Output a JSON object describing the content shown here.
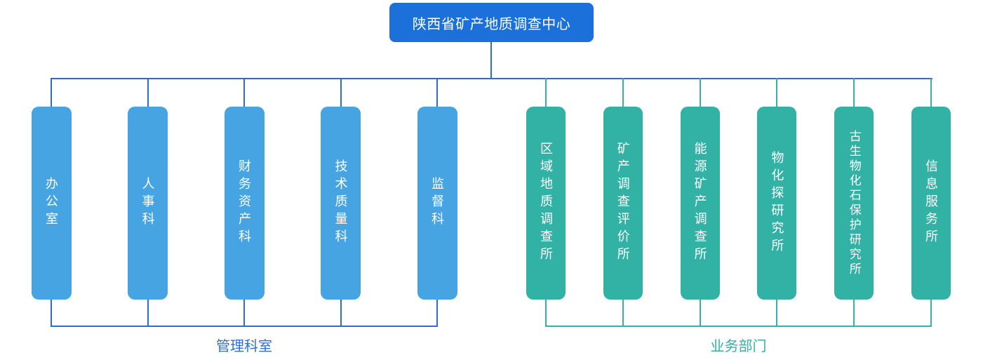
{
  "org": {
    "root_label": "陕西省矿产地质调查中心",
    "groups": [
      {
        "name": "管理科室",
        "departments": [
          "办公室",
          "人事科",
          "财务资产科",
          "技术质量科",
          "监督科"
        ]
      },
      {
        "name": "业务部门",
        "departments": [
          "区域地质调查所",
          "矿产调查评价所",
          "能源矿产调查所",
          "物化探研究所",
          "古生物化石保护研究所",
          "信息服务所"
        ]
      }
    ]
  },
  "colors": {
    "root_fill": "#1b70d9",
    "management_fill": "#47a4e3",
    "business_fill": "#32b1a5",
    "management_line": "#2b6bd3",
    "business_line": "#35b2a6",
    "management_label": "#2f6fd6",
    "business_label": "#32b1a5"
  }
}
